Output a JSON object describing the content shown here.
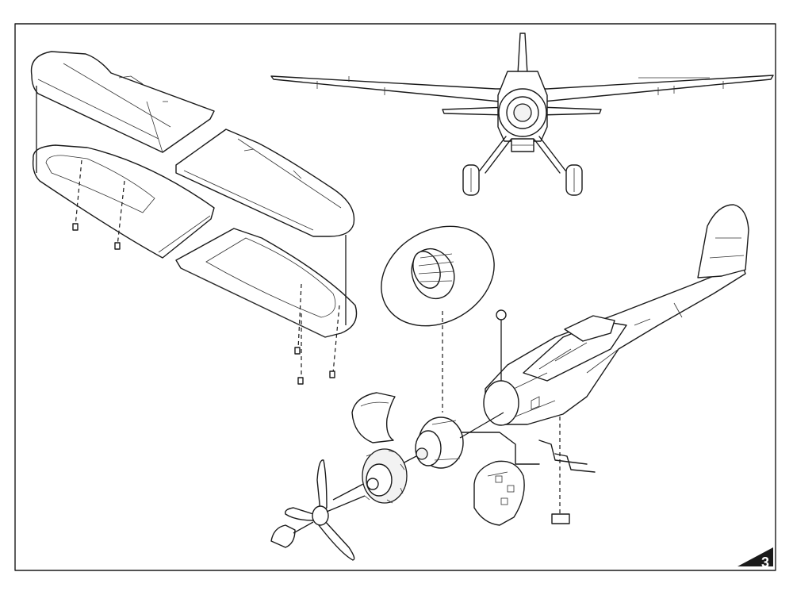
{
  "page": {
    "page_number": "3"
  },
  "parts": {
    "upper_wing": "upper-wing-halves",
    "lower_wing": "lower-wing-halves",
    "front_view": "front-view-reference",
    "engine_detail": "engine-detail-callout",
    "fuselage": "fuselage-assembly",
    "cowling": "cowling-parts",
    "engine": "radial-engine",
    "propeller": "propeller-and-spinner"
  }
}
